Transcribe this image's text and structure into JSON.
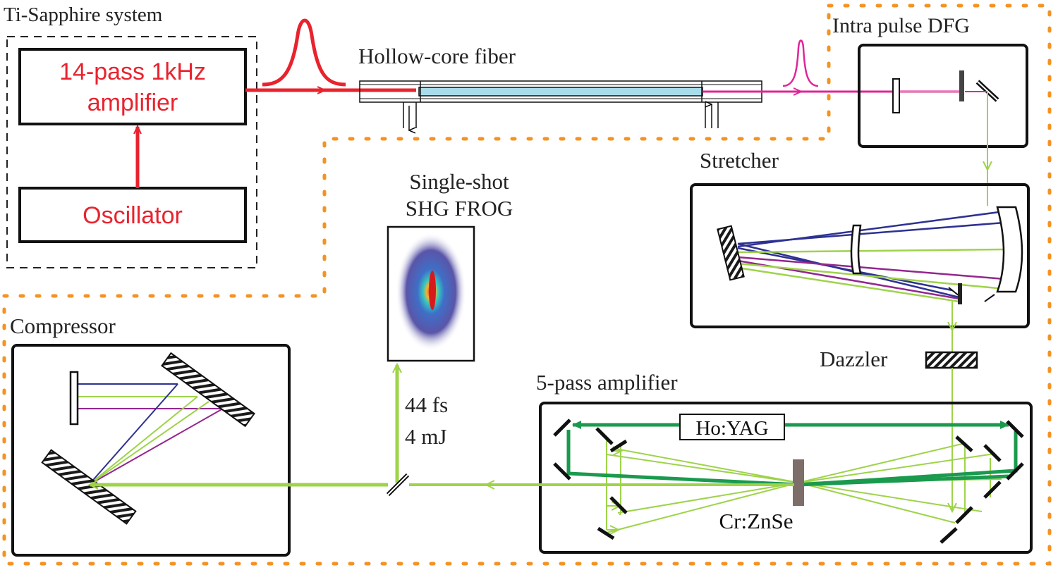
{
  "labels": {
    "ti_sapphire_system": "Ti-Sapphire system",
    "amplifier_line1": "14-pass 1kHz",
    "amplifier_line2": "amplifier",
    "oscillator": "Oscillator",
    "hollow_core_fiber": "Hollow-core fiber",
    "intra_pulse_dfg": "Intra pulse DFG",
    "stretcher": "Stretcher",
    "frog_line1": "Single-shot",
    "frog_line2": "SHG FROG",
    "compressor": "Compressor",
    "dazzler": "Dazzler",
    "five_pass_amplifier": "5-pass amplifier",
    "ho_yag": "Ho:YAG",
    "cr_znse": "Cr:ZnSe",
    "pulse_duration": "44 fs",
    "pulse_energy": "4 mJ"
  },
  "colors": {
    "ti_sapphire_red": "#e8232e",
    "fiber_output_magenta": "#e0259a",
    "fiber_core_cyan": "#a8dcea",
    "mid_ir_green": "#9ed34a",
    "pump_dark_green": "#1a9a4e",
    "spectrum_blue": "#2e3192",
    "spectrum_purple": "#93278f",
    "border_orange": "#f39322",
    "crystal_gray": "#7d6e6a"
  }
}
